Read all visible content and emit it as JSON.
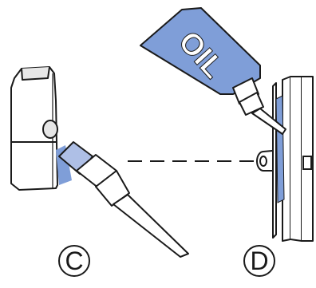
{
  "bottle": {
    "text": "OIL"
  },
  "steps": [
    {
      "letter": "C"
    },
    {
      "letter": "D"
    }
  ],
  "colors": {
    "outline": "#1a1a1a",
    "lubricant_blue": "#7f9ed8",
    "light_blue": "#aebfe6",
    "background": "#ffffff"
  }
}
